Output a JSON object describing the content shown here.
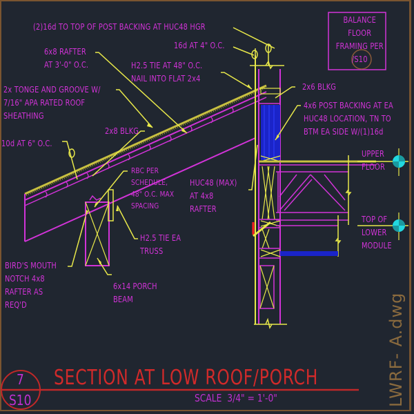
{
  "drawing": {
    "title": "SECTION AT LOW ROOF/PORCH",
    "scale": "SCALE  3/4\" = 1'-0\"",
    "file_name": "LWRF- A.dwg",
    "detail_bubble": {
      "number": "7",
      "sheet": "S10"
    },
    "colors": {
      "background": "#202630",
      "annotation": "#d233d8",
      "leader": "#e8e84a",
      "framing": "#d233d8",
      "title": "#d02a2a",
      "post_fill": "#1a24c8",
      "level_marker": "#22d8e0",
      "file_text": "#8a6a3e"
    }
  },
  "notes": {
    "hgr_nailing": "(2)16d TO TOP OF POST BACKING AT HUC48 HGR",
    "rafter": [
      "6x8 RAFTER",
      "AT 3'-0\" O.C."
    ],
    "nail_16d": "16d AT 4\" O.C.",
    "h25_tie": [
      "H2.5 TIE AT 48\" O.C.",
      "NAIL INTO FLAT 2x4"
    ],
    "sheathing": [
      "2x TONGE AND GROOVE W/",
      "7/16\" APA RATED ROOF",
      "SHEATHING"
    ],
    "blkg_2x8": "2x8 BLKG",
    "nail_10d": "10d AT 6\" O.C.",
    "rbc": [
      "RBC PER",
      "SCHEDULE,",
      "48\" O.C. MAX",
      "SPACING"
    ],
    "huc48": [
      "HUC48 (MAX)",
      "AT 4x8",
      "RAFTER"
    ],
    "h25_truss": [
      "H2.5 TIE EA",
      "TRUSS"
    ],
    "birds_mouth": [
      "BIRD'S MOUTH",
      "NOTCH 4x8",
      "RAFTER AS",
      "REQ'D"
    ],
    "porch_beam": [
      "6x14 PORCH",
      "BEAM"
    ],
    "blkg_2x6": "2x6 BLKG",
    "post_backing": [
      "4x6 POST BACKING AT EA",
      "HUC48 LOCATION, TN TO",
      "BTM EA SIDE W/(1)16d"
    ],
    "balance_floor": [
      "BALANCE",
      "FLOOR",
      "FRAMING PER",
      "/S10"
    ]
  },
  "levels": [
    {
      "label": [
        "UPPER",
        "FLOOR"
      ]
    },
    {
      "label": [
        "TOP OF",
        "LOWER",
        "MODULE"
      ]
    }
  ]
}
